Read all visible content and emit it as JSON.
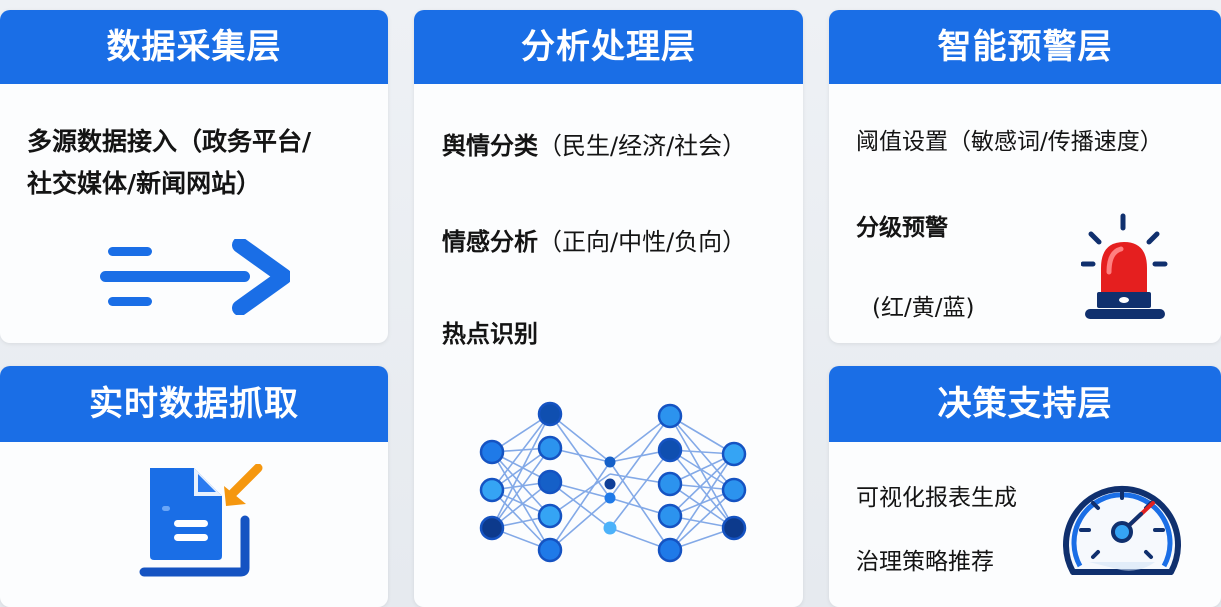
{
  "colors": {
    "header_bg": "#1a6ee6",
    "header_text": "#ffffff",
    "card_bg": "#fcfdfe",
    "page_bg": "#eaedf1",
    "body_text": "#141414",
    "accent_orange": "#f5970f",
    "alarm_red": "#e02020",
    "navy": "#10306e"
  },
  "cards": {
    "collection": {
      "title": "数据采集层",
      "line1": "多源数据接入（政务平台/",
      "line2": "社交媒体/新闻网站）",
      "icon": "arrow-right-icon"
    },
    "realtime": {
      "title": "实时数据抓取",
      "icon": "document-download-icon"
    },
    "analysis": {
      "title": "分析处理层",
      "items": [
        {
          "bold": "舆情分类",
          "rest": "（民生/经济/社会）"
        },
        {
          "bold": "情感分析",
          "rest": "（正向/中性/负向）"
        },
        {
          "bold": "热点识别",
          "rest": ""
        }
      ],
      "icon": "neural-network-icon"
    },
    "warning": {
      "title": "智能预警层",
      "threshold": "阈值设置（敏感词/传播速度）",
      "graded": "分级预警",
      "levels": "(红/黄/蓝)",
      "icon": "alarm-siren-icon"
    },
    "decision": {
      "title": "决策支持层",
      "item1": "可视化报表生成",
      "item2": "治理策略推荐",
      "icon": "speedometer-gauge-icon"
    }
  }
}
